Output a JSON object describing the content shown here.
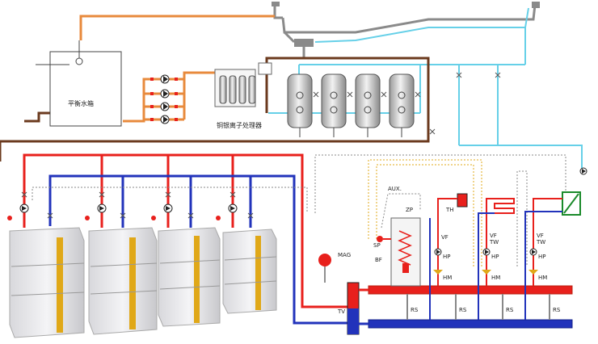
{
  "labels": {
    "tank": "平衡水箱",
    "ionizer": "铜银离子处理器",
    "aux": "AUX.",
    "mag": "MAG",
    "zp": "ZP",
    "th": "TH",
    "vf1": "VF",
    "sp": "SP",
    "bf": "BF",
    "tw_vf2": "VF",
    "tw_2": "TW",
    "tw_vf3": "VF",
    "tw_3": "TW",
    "hp1": "HP",
    "hp2": "HP",
    "hp3": "HP",
    "hm1": "HM",
    "hm2": "HM",
    "hm3": "HM",
    "tv": "TV",
    "rs1": "RS",
    "rs2": "RS",
    "rs3": "RS",
    "rs4": "RS"
  },
  "colors": {
    "hot": "#e8201c",
    "cold": "#2233bb",
    "orange": "#e88a3c",
    "brown": "#6b3a1e",
    "cyan": "#66d0e8",
    "gray": "#8a8a8a",
    "green": "#1a8a2a",
    "gold": "#e0a818"
  }
}
